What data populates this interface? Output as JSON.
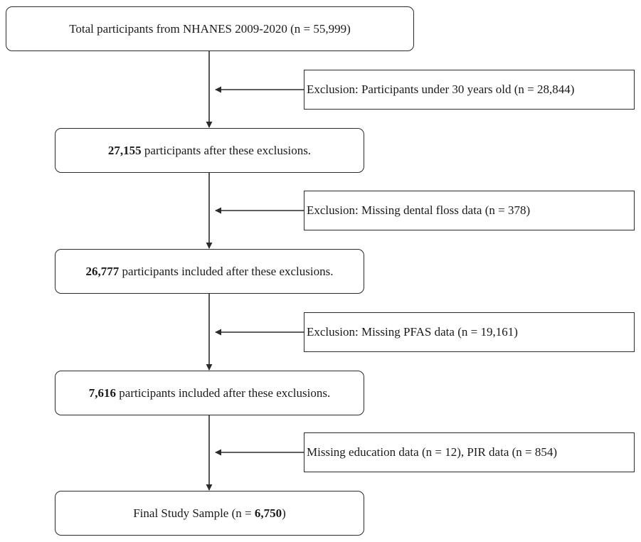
{
  "steps": [
    {
      "pre": "",
      "bold": "",
      "post": "Total participants from NHANES 2009-2020 (n = 55,999)"
    },
    {
      "pre": "",
      "bold": "27,155",
      "post": " participants after these exclusions."
    },
    {
      "pre": "",
      "bold": "26,777",
      "post": " participants included after these exclusions."
    },
    {
      "pre": "",
      "bold": "7,616",
      "post": " participants included after these exclusions."
    },
    {
      "pre": "Final Study Sample (n = ",
      "bold": "6,750",
      "post": ")"
    }
  ],
  "exclusions": [
    "Exclusion: Participants under 30 years old (n = 28,844)",
    "Exclusion: Missing dental floss data (n = 378)",
    "Exclusion: Missing PFAS data (n = 19,161)",
    "Missing education data (n = 12), PIR data (n = 854)"
  ]
}
